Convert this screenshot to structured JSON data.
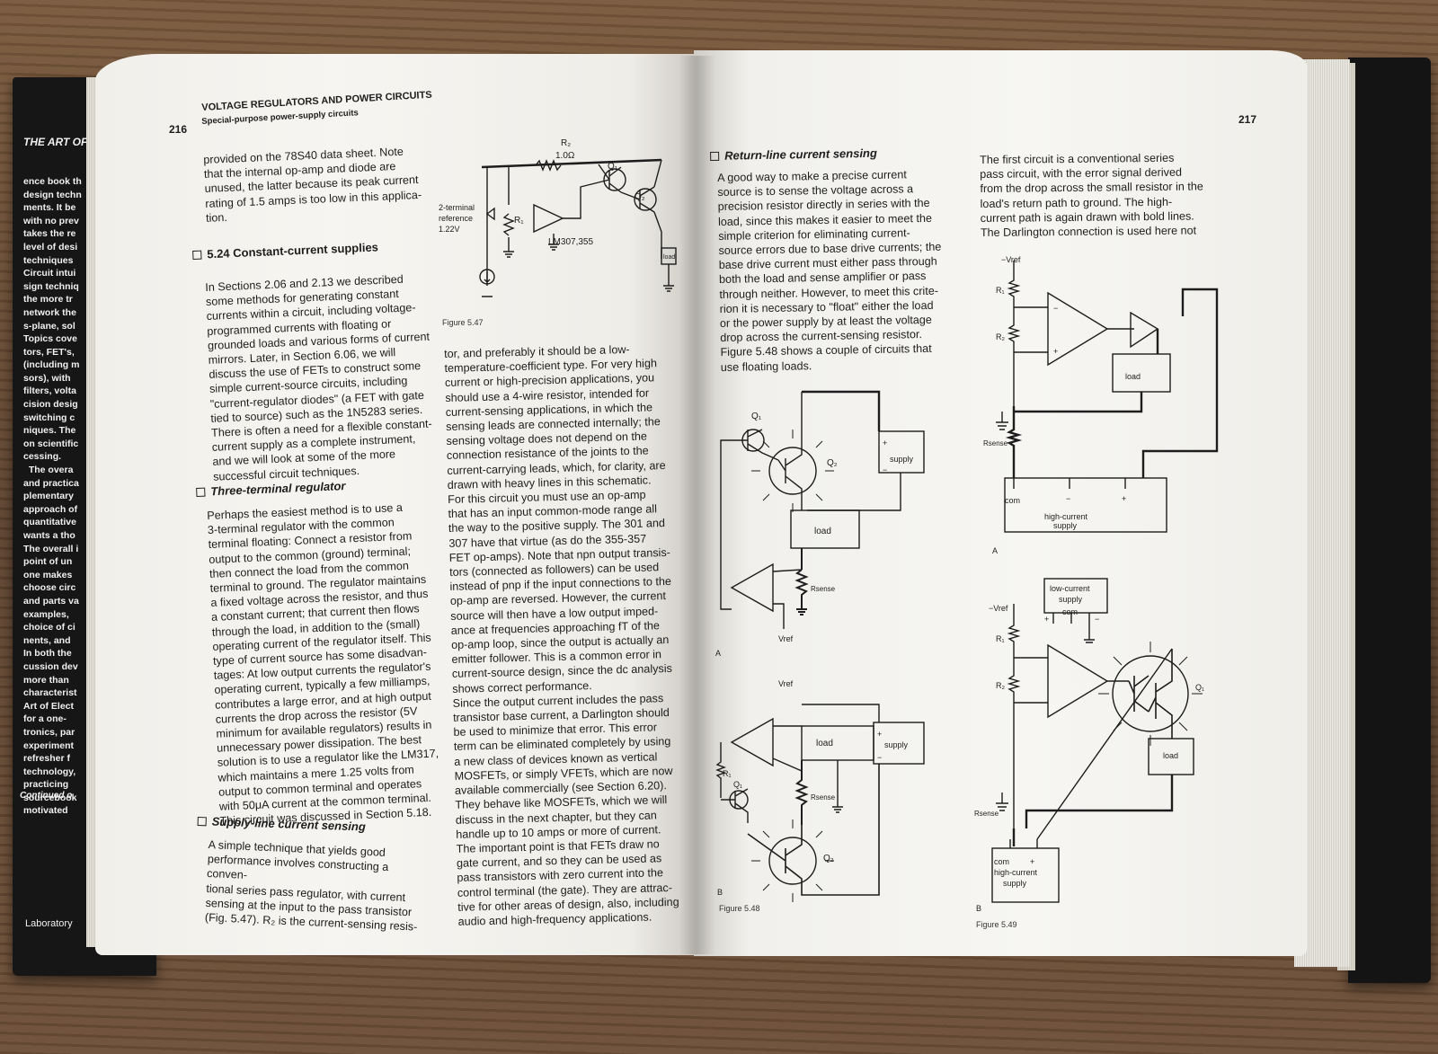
{
  "back_cover": {
    "title_fragment": "THE ART OF",
    "lines": "ence book th\ndesign techn\nments. It be\nwith no prev\ntakes the re\nlevel of desi\ntechniques\nCircuit intui\nsign techniq\nthe more tr\nnetwork the\ns-plane, sol\nTopics cove\ntors, FET's,\n(including m\nsors), with\nfilters, volta\ncision desig\nswitching c\nniques. The\non scientific\ncessing.\n  The overa\nand practica\nplementary\napproach of\nquantitative\nwants a tho\nThe overall i\npoint of un\none makes\nchoose circ\nand parts va\nexamples,\nchoice of ci\nnents, and\nIn both the\ncussion dev\nmore than\ncharacterist\nArt of Elect\nfor a one-\ntronics, par\nexperiment\nrefresher f\ntechnology,\npracticing\nsourcebook\nmotivated",
    "continued": "Continued o",
    "footer": "Laboratory"
  },
  "left_page": {
    "page_number": "216",
    "running_head_1": "VOLTAGE REGULATORS AND POWER CIRCUITS",
    "running_head_2": "Special-purpose power-supply circuits",
    "col1_intro": "provided on the 78S40 data sheet. Note\nthat the internal op-amp and diode are\nunused, the latter because its peak current\nrating of 1.5 amps is too low in this applica-\ntion.",
    "section_title": "5.24   Constant-current supplies",
    "col1_para1": "In Sections 2.06 and 2.13 we described\nsome methods for generating constant\ncurrents within a circuit, including voltage-\nprogrammed currents with floating or\ngrounded loads and various forms of current\nmirrors. Later, in Section 6.06, we will\ndiscuss the use of FETs to construct some\nsimple current-source circuits, including\n\"current-regulator diodes\" (a FET with gate\ntied to source) such as the 1N5283 series.\nThere is often a need for a flexible constant-\ncurrent supply as a complete instrument,\nand we will look at some of the more\nsuccessful circuit techniques.",
    "sub1": "Three-terminal regulator",
    "col1_para2": "Perhaps the easiest method is to use a\n3-terminal regulator with the common\nterminal floating: Connect a resistor from\noutput to the common (ground) terminal;\nthen connect the load from the common\nterminal to ground. The regulator maintains\na fixed voltage across the resistor, and thus\na constant current; that current then flows\nthrough the load, in addition to the (small)\noperating current of the regulator itself. This\ntype of current source has some disadvan-\ntages: At low output currents the regulator's\noperating current, typically a few milliamps,\ncontributes a large error, and at high output\ncurrents the drop across the resistor (5V\nminimum for available regulators) results in\nunnecessary power dissipation. The best\nsolution is to use a regulator like the LM317,\nwhich maintains a mere 1.25 volts from\noutput to common terminal and operates\nwith 50μA current at the common terminal.\nThis circuit was discussed in Section 5.18.",
    "sub2": "Supply-line current sensing",
    "col1_para3": "A simple technique that yields good\nperformance involves constructing a conven-\ntional series pass regulator, with current\nsensing at the input to the pass transistor\n(Fig. 5.47). R₂ is the current-sensing resis-",
    "col2_text": "tor, and preferably it should be a low-\ntemperature-coefficient type. For very high\ncurrent or high-precision applications, you\nshould use a 4-wire resistor, intended for\ncurrent-sensing applications, in which the\nsensing leads are connected internally; the\nsensing voltage does not depend on the\nconnection resistance of the joints to the\ncurrent-carrying leads, which, for clarity, are\ndrawn with heavy lines in this schematic.\n    For this circuit you must use an op-amp\nthat has an input common-mode range all\nthe way to the positive supply. The 301 and\n307 have that virtue (as do the 355-357\nFET op-amps). Note that npn output transis-\ntors (connected as followers) can be used\ninstead of pnp if the input connections to the\nop-amp are reversed. However, the current\nsource will then have a low output imped-\nance at frequencies approaching fT of the\nop-amp loop, since the output is actually an\nemitter follower. This is a common error in\ncurrent-source design, since the dc analysis\nshows correct performance.\n    Since the output current includes the pass\ntransistor base current, a Darlington should\nbe used to minimize that error. This error\nterm can be eliminated completely by using\na new class of devices known as vertical\nMOSFETs, or simply VFETs, which are now\navailable commercially (see Section 6.20).\nThey behave like MOSFETs, which we will\ndiscuss in the next chapter, but they can\nhandle up to 10 amps or more of current.\nThe important point is that FETs draw no\ngate current, and so they can be used as\npass transistors with zero current into the\ncontrol terminal (the gate). They are attrac-\ntive for other areas of design, also, including\naudio and high-frequency applications.",
    "fig47": {
      "caption": "Figure 5.47",
      "r2": "R₂",
      "r2_value": "1.0Ω",
      "q1": "Q₁",
      "q2": "Q₂",
      "r1": "R₁",
      "ref_label_1": "2-terminal",
      "ref_label_2": "reference",
      "ref_label_3": "1.22V",
      "opamp": "LM307,355",
      "load": "load"
    }
  },
  "right_page": {
    "page_number": "217",
    "section_title": "Return-line current sensing",
    "col1_text": "A good way to make a precise current\nsource is to sense the voltage across a\nprecision resistor directly in series with the\nload, since this makes it easier to meet the\nsimple criterion for eliminating current-\nsource errors due to base drive currents; the\nbase drive current must either pass through\nboth the load and sense amplifier or pass\nthrough neither. However, to meet this crite-\nrion it is necessary to \"float\" either the load\nor the power supply by at least the voltage\ndrop across the current-sensing resistor.\nFigure 5.48 shows a couple of circuits that\nuse floating loads.",
    "col2_text": "The first circuit is a conventional series\npass circuit, with the error signal derived\nfrom the drop across the small resistor in the\nload's return path to ground. The high-\ncurrent path is again drawn with bold lines.\nThe Darlington connection is used here not",
    "fig48": {
      "caption": "Figure 5.48",
      "label_a": "A",
      "label_b": "B",
      "q1": "Q₁",
      "q2": "Q₂",
      "supply": "supply",
      "plus": "+",
      "minus": "−",
      "load": "load",
      "rsense": "Rsense",
      "vref": "Vref",
      "r1": "R₁"
    },
    "fig49": {
      "caption": "Figure 5.49",
      "label_a": "A",
      "label_b": "B",
      "neg_vref": "−Vref",
      "r1": "R₁",
      "r2": "R₂",
      "load": "load",
      "rsense": "Rsense",
      "com": "com",
      "minus": "−",
      "plus": "+",
      "high_current_supply_1": "high-current",
      "high_current_supply_2": "supply",
      "low_current_supply_1": "low-current",
      "low_current_supply_2": "supply",
      "q1": "Q₁"
    }
  }
}
